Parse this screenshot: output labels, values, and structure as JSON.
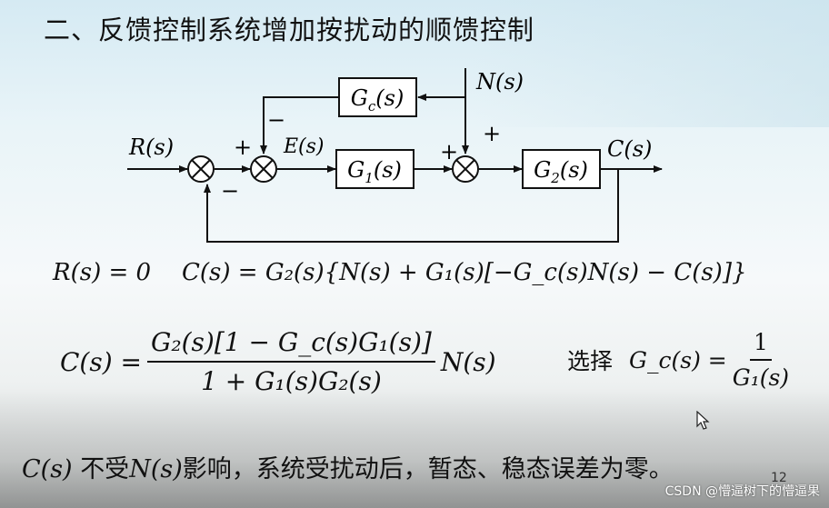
{
  "slide": {
    "title": "二、反馈控制系统增加按扰动的顺馈控制",
    "page_number": "12",
    "watermark": "CSDN @懵逼树下的懵逼果"
  },
  "diagram": {
    "input": "R(s)",
    "output": "C(s)",
    "disturbance": "N(s)",
    "error": "E(s)",
    "blocks": {
      "gc": "G",
      "gc_sub": "c",
      "g1": "G",
      "g1_sub": "1",
      "g2": "G",
      "g2_sub": "2",
      "arg": "(s)"
    },
    "signs": {
      "plus": "+",
      "minus": "−"
    }
  },
  "equations": {
    "r0": "R(s) = 0",
    "c1": "C(s) = G₂(s){N(s) + G₁(s)[−G_c(s)N(s) − C(s)]}",
    "c2_lhs": "C(s) =",
    "c2_num": "G₂(s)[1 − G_c(s)G₁(s)]",
    "c2_den": "1 + G₁(s)G₂(s)",
    "c2_rhs": "N(s)",
    "choose_label": "选择",
    "choose_lhs": "G_c(s) =",
    "choose_num": "1",
    "choose_den": "G₁(s)"
  },
  "conclusion": {
    "c": "C(s)",
    "t1": "不受",
    "n": "N(s)",
    "t2": "影响，系统受扰动后，暂态、稳态误差为零。"
  }
}
